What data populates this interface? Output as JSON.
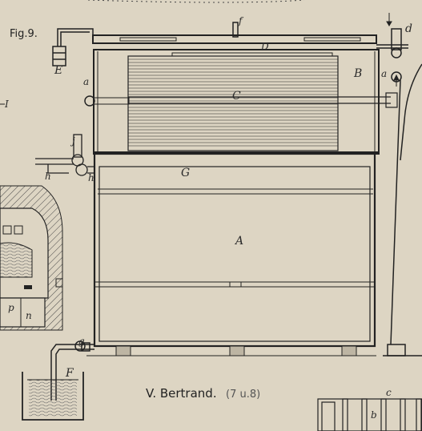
{
  "figure": {
    "number_label": "Fig.9."
  },
  "caption": {
    "author": "V. Bertrand.",
    "reference": "(7 u.8)"
  },
  "labels": {
    "A": "A",
    "B": "B",
    "C": "C",
    "D": "D",
    "E": "E",
    "F": "F",
    "G": "G",
    "a_left": "a",
    "a_right": "a",
    "d": "d",
    "f": "f",
    "g": "g",
    "h_left": "h",
    "h_right": "h",
    "j": "j",
    "p": "p",
    "n": "n",
    "b": "b",
    "c": "c",
    "I": "I"
  },
  "colors": {
    "paper": "#ddd5c3",
    "ink": "#2a2a2a",
    "liquid": "#c9c2b0"
  }
}
